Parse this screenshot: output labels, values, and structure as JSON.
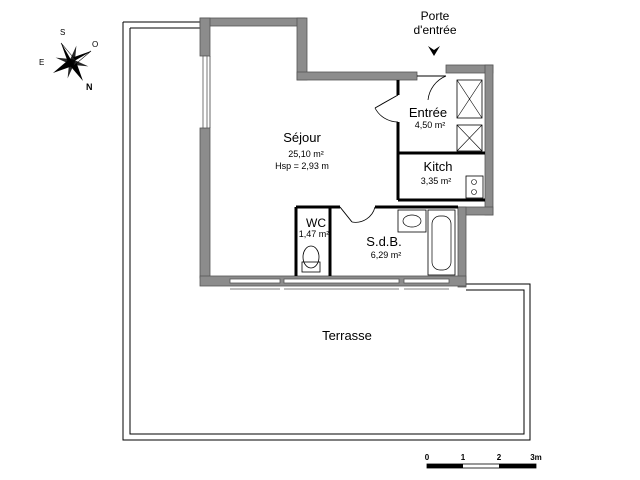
{
  "entrance": {
    "line1": "Porte",
    "line2": "d'entrée"
  },
  "compass": {
    "letters": [
      "S",
      "O",
      "E",
      "N"
    ]
  },
  "rooms": {
    "sejour": {
      "name": "Séjour",
      "area": "25,10 m²",
      "height": "Hsp = 2,93 m"
    },
    "entree": {
      "name": "Entrée",
      "area": "4,50 m²"
    },
    "kitchen": {
      "name": "Kitch",
      "area": "3,35 m²"
    },
    "wc": {
      "name": "WC",
      "area": "1,47 m²"
    },
    "sdb": {
      "name": "S.d.B.",
      "area": "6,29 m²"
    },
    "terrasse": {
      "name": "Terrasse"
    }
  },
  "scale": {
    "ticks": [
      "0",
      "1",
      "2",
      "3m"
    ]
  }
}
